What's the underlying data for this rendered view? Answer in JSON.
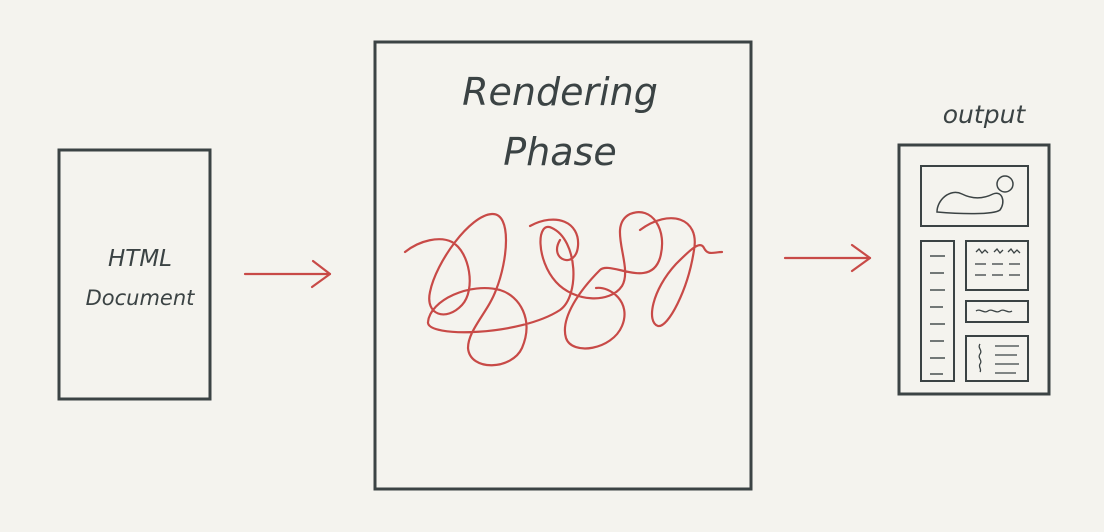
{
  "colors": {
    "background": "#f4f3ee",
    "ink": "#3b4344",
    "accent": "#c84a47"
  },
  "nodes": {
    "html_document": {
      "label_line1": "HTML",
      "label_line2": "Document"
    },
    "rendering_phase": {
      "label_line1": "Rendering",
      "label_line2": "Phase"
    },
    "output": {
      "label": "output"
    }
  },
  "edges": [
    {
      "from": "html_document",
      "to": "rendering_phase"
    },
    {
      "from": "rendering_phase",
      "to": "output"
    }
  ],
  "icons": {
    "scribble": "tangled-scribble-icon",
    "output_page": "webpage-layout-icon"
  }
}
